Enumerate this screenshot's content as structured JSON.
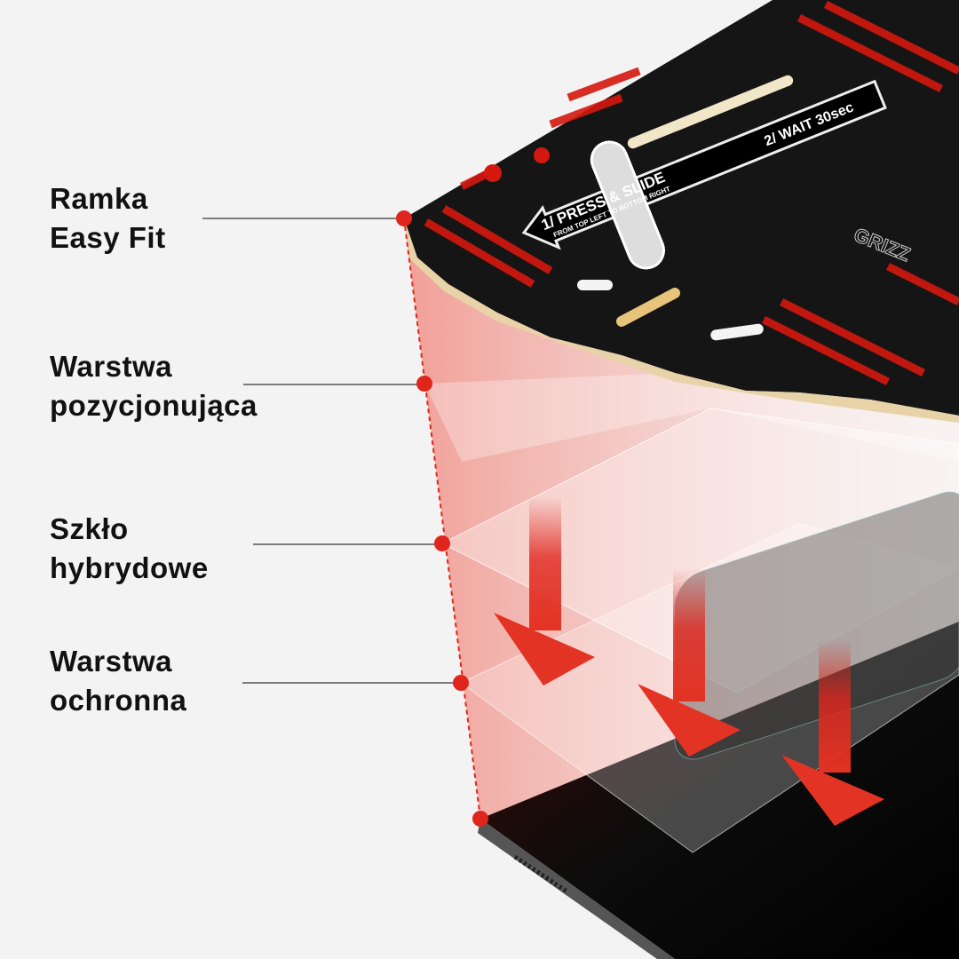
{
  "labels": [
    {
      "line1": "Ramka",
      "line2": "Easy Fit"
    },
    {
      "line1": "Warstwa",
      "line2": "pozycjonująca"
    },
    {
      "line1": "Szkło",
      "line2": "hybrydowe"
    },
    {
      "line1": "Warstwa",
      "line2": "ochronna"
    }
  ],
  "frame_print": {
    "step1": "1/ PRESS & SLIDE",
    "step1_sub": "FROM TOP LEFT TO BOTTOM RIGHT",
    "step2": "2/ WAIT 30sec",
    "brand": "GRIZZ"
  },
  "colors": {
    "accent": "#e0261c",
    "frame": "#151515",
    "background": "#f3f3f3"
  }
}
